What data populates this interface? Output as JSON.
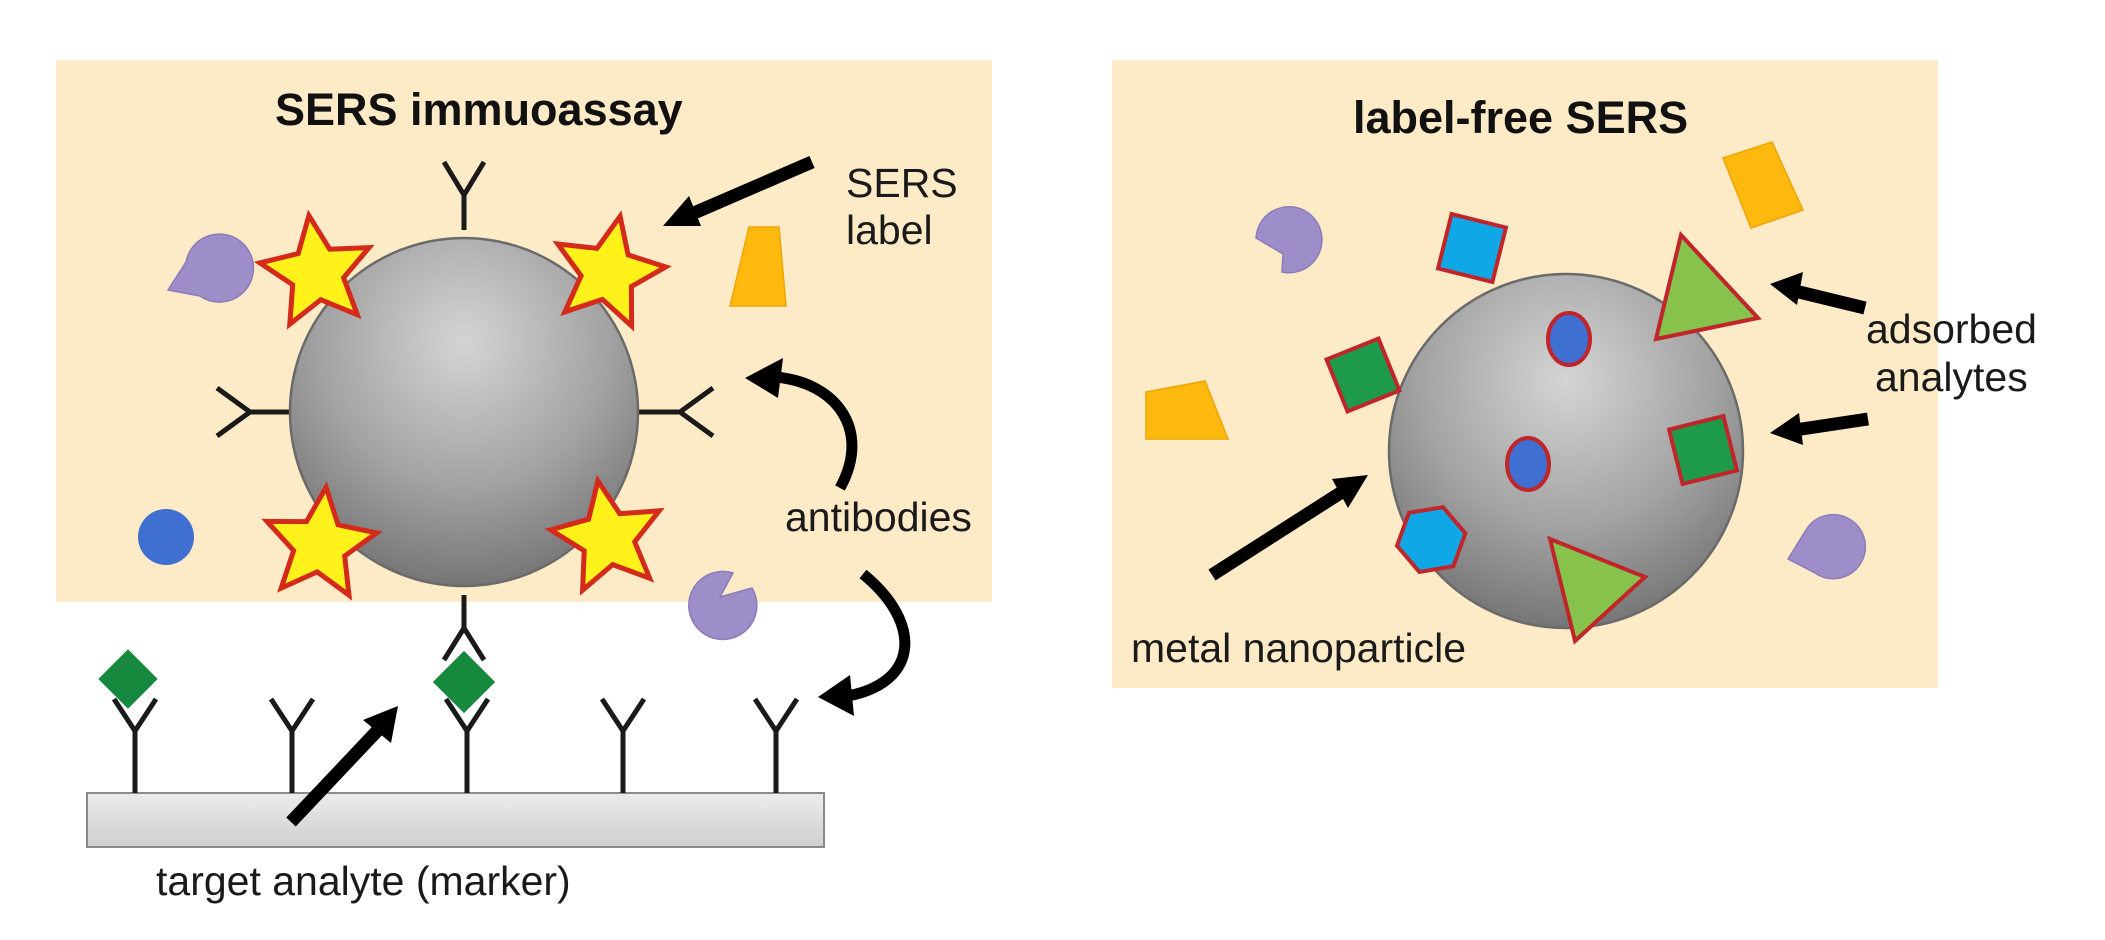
{
  "colors": {
    "panel_bg": "#fdebc7",
    "particle_light": "#d4d4d4",
    "particle_dark": "#6e6e6e",
    "star_fill": "#fff21a",
    "star_stroke": "#d42a1a",
    "shape_stroke": "#c0252a",
    "green_square": "#1d9a4a",
    "green_diamond": "#17893f",
    "cyan": "#10a7e6",
    "blue_dot": "#3f6fd0",
    "lime_triangle": "#86c24c",
    "orange": "#ffb80d",
    "purple": "#9d8ec9",
    "substrate": "#d9d9d9"
  },
  "icons": {
    "antibody": "antibody-y-icon",
    "sers_label": "star-burst-icon",
    "nanoparticle": "sphere-icon",
    "target_analyte": "diamond-icon",
    "arrow": "arrow-icon",
    "curved_arrow": "curved-arrow-icon"
  },
  "left_panel": {
    "title": "SERS immuoassay",
    "sers_label": [
      "SERS",
      "label"
    ],
    "antibodies": "antibodies",
    "target_analyte": "target analyte (marker)"
  },
  "right_panel": {
    "title": "label-free SERS",
    "adsorbed_analytes": [
      "adsorbed",
      "analytes"
    ],
    "metal_nanoparticle": "metal nanoparticle"
  }
}
